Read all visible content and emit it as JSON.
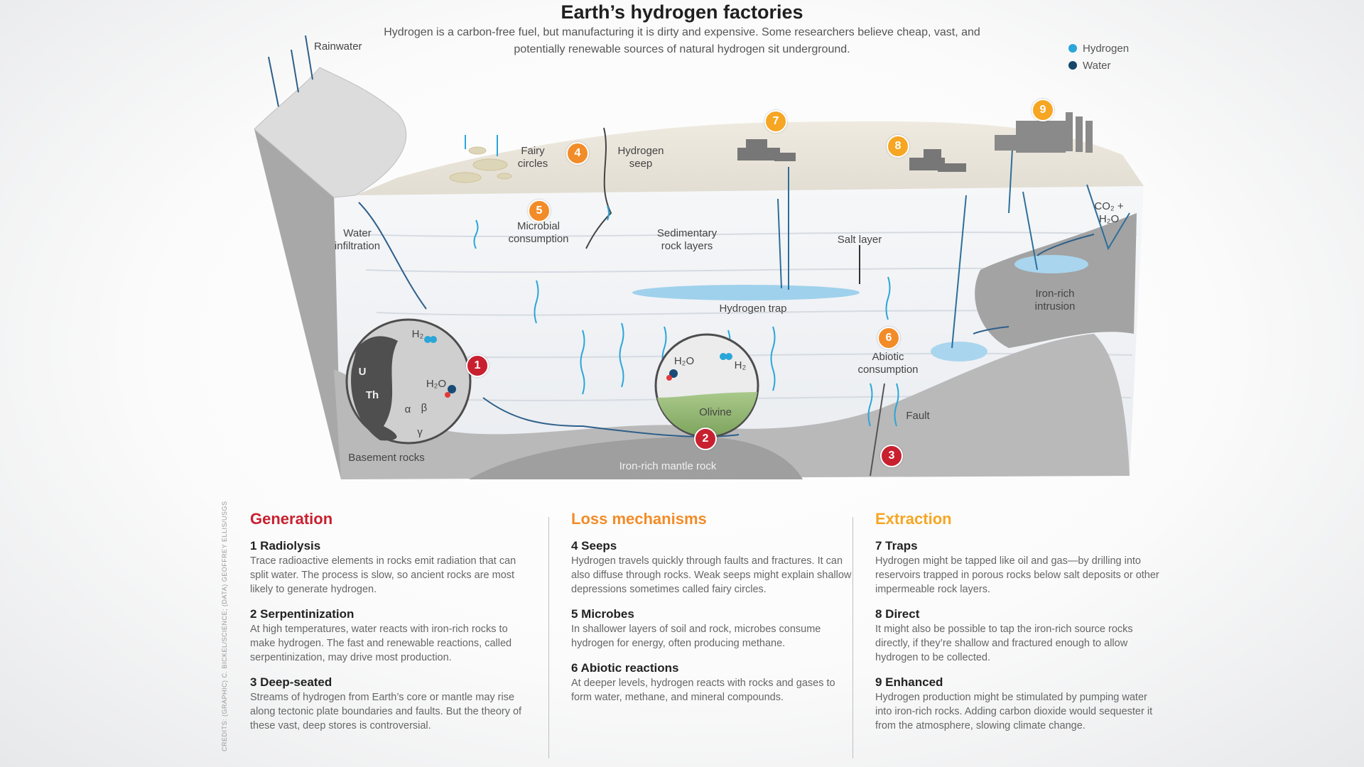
{
  "title": "Earth’s hydrogen factories",
  "subtitle": "Hydrogen is a carbon-free fuel, but manufacturing it is dirty and expensive. Some researchers believe cheap, vast, and potentially renewable sources of natural hydrogen sit underground.",
  "legend": [
    {
      "label": "Hydrogen",
      "color": "#2aa6d9"
    },
    {
      "label": "Water",
      "color": "#17466b"
    }
  ],
  "colors": {
    "generation": "#c8202f",
    "loss": "#f28c28",
    "extraction": "#f6a623"
  },
  "labels": {
    "rainwater": "Rainwater",
    "water_infiltration": "Water\ninfiltration",
    "fairy_circles": "Fairy\ncircles",
    "hydrogen_seep": "Hydrogen\nseep",
    "microbial_consumption": "Microbial\nconsumption",
    "sedimentary_rock_layers": "Sedimentary\nrock layers",
    "salt_layer": "Salt layer",
    "hydrogen_trap": "Hydrogen trap",
    "iron_rich_intrusion": "Iron-rich\nintrusion",
    "abiotic_consumption": "Abiotic\nconsumption",
    "fault": "Fault",
    "basement_rocks": "Basement rocks",
    "iron_rich_mantle_rock": "Iron-rich mantle rock",
    "co2_h2o": "CO₂ + H₂O",
    "u": "U",
    "th": "Th",
    "h2_left": "H₂",
    "h2o_left": "H₂O",
    "alpha": "α",
    "beta": "β",
    "gamma": "γ",
    "h2o_right": "H₂O",
    "h2_right": "H₂",
    "olivine": "Olivine"
  },
  "badges": [
    "1",
    "2",
    "3",
    "4",
    "5",
    "6",
    "7",
    "8",
    "9"
  ],
  "credits": "CREDITS: (GRAPHIC) C. BICKEL/SCIENCE; (DATA) GEOFFREY ELLIS/USGS",
  "sections": [
    {
      "heading": "Generation",
      "items": [
        {
          "title": "1  Radiolysis",
          "text": "Trace radioactive elements in rocks emit radiation that can split water. The process is slow, so ancient rocks are most likely to generate hydrogen."
        },
        {
          "title": "2  Serpentinization",
          "text": "At high temperatures, water reacts with iron-rich rocks to make hydrogen. The fast and renewable reactions, called serpentinization, may drive most production."
        },
        {
          "title": "3  Deep-seated",
          "text": "Streams of hydrogen from Earth’s core or mantle may rise along tectonic plate boundaries and faults. But the theory of these vast, deep stores is controversial."
        }
      ]
    },
    {
      "heading": "Loss mechanisms",
      "items": [
        {
          "title": "4  Seeps",
          "text": "Hydrogen travels quickly through faults and fractures. It can also diffuse through rocks. Weak seeps might explain shallow depressions sometimes called fairy circles."
        },
        {
          "title": "5  Microbes",
          "text": "In shallower layers of soil and rock, microbes consume hydrogen for energy, often producing methane."
        },
        {
          "title": "6  Abiotic reactions",
          "text": "At deeper levels, hydrogen reacts with rocks and gases to form water, methane, and mineral compounds."
        }
      ]
    },
    {
      "heading": "Extraction",
      "items": [
        {
          "title": "7  Traps",
          "text": "Hydrogen might be tapped like oil and gas—by drilling into reservoirs trapped in porous rocks below salt deposits or other impermeable rock layers."
        },
        {
          "title": "8  Direct",
          "text": "It might also be possible to tap the iron-rich source rocks directly, if they’re shallow and fractured enough to allow hydrogen to be collected."
        },
        {
          "title": "9  Enhanced",
          "text": "Hydrogen production might be stimulated by pumping water into iron-rich rocks. Adding carbon dioxide would sequester it from the atmosphere, slowing climate change."
        }
      ]
    }
  ]
}
